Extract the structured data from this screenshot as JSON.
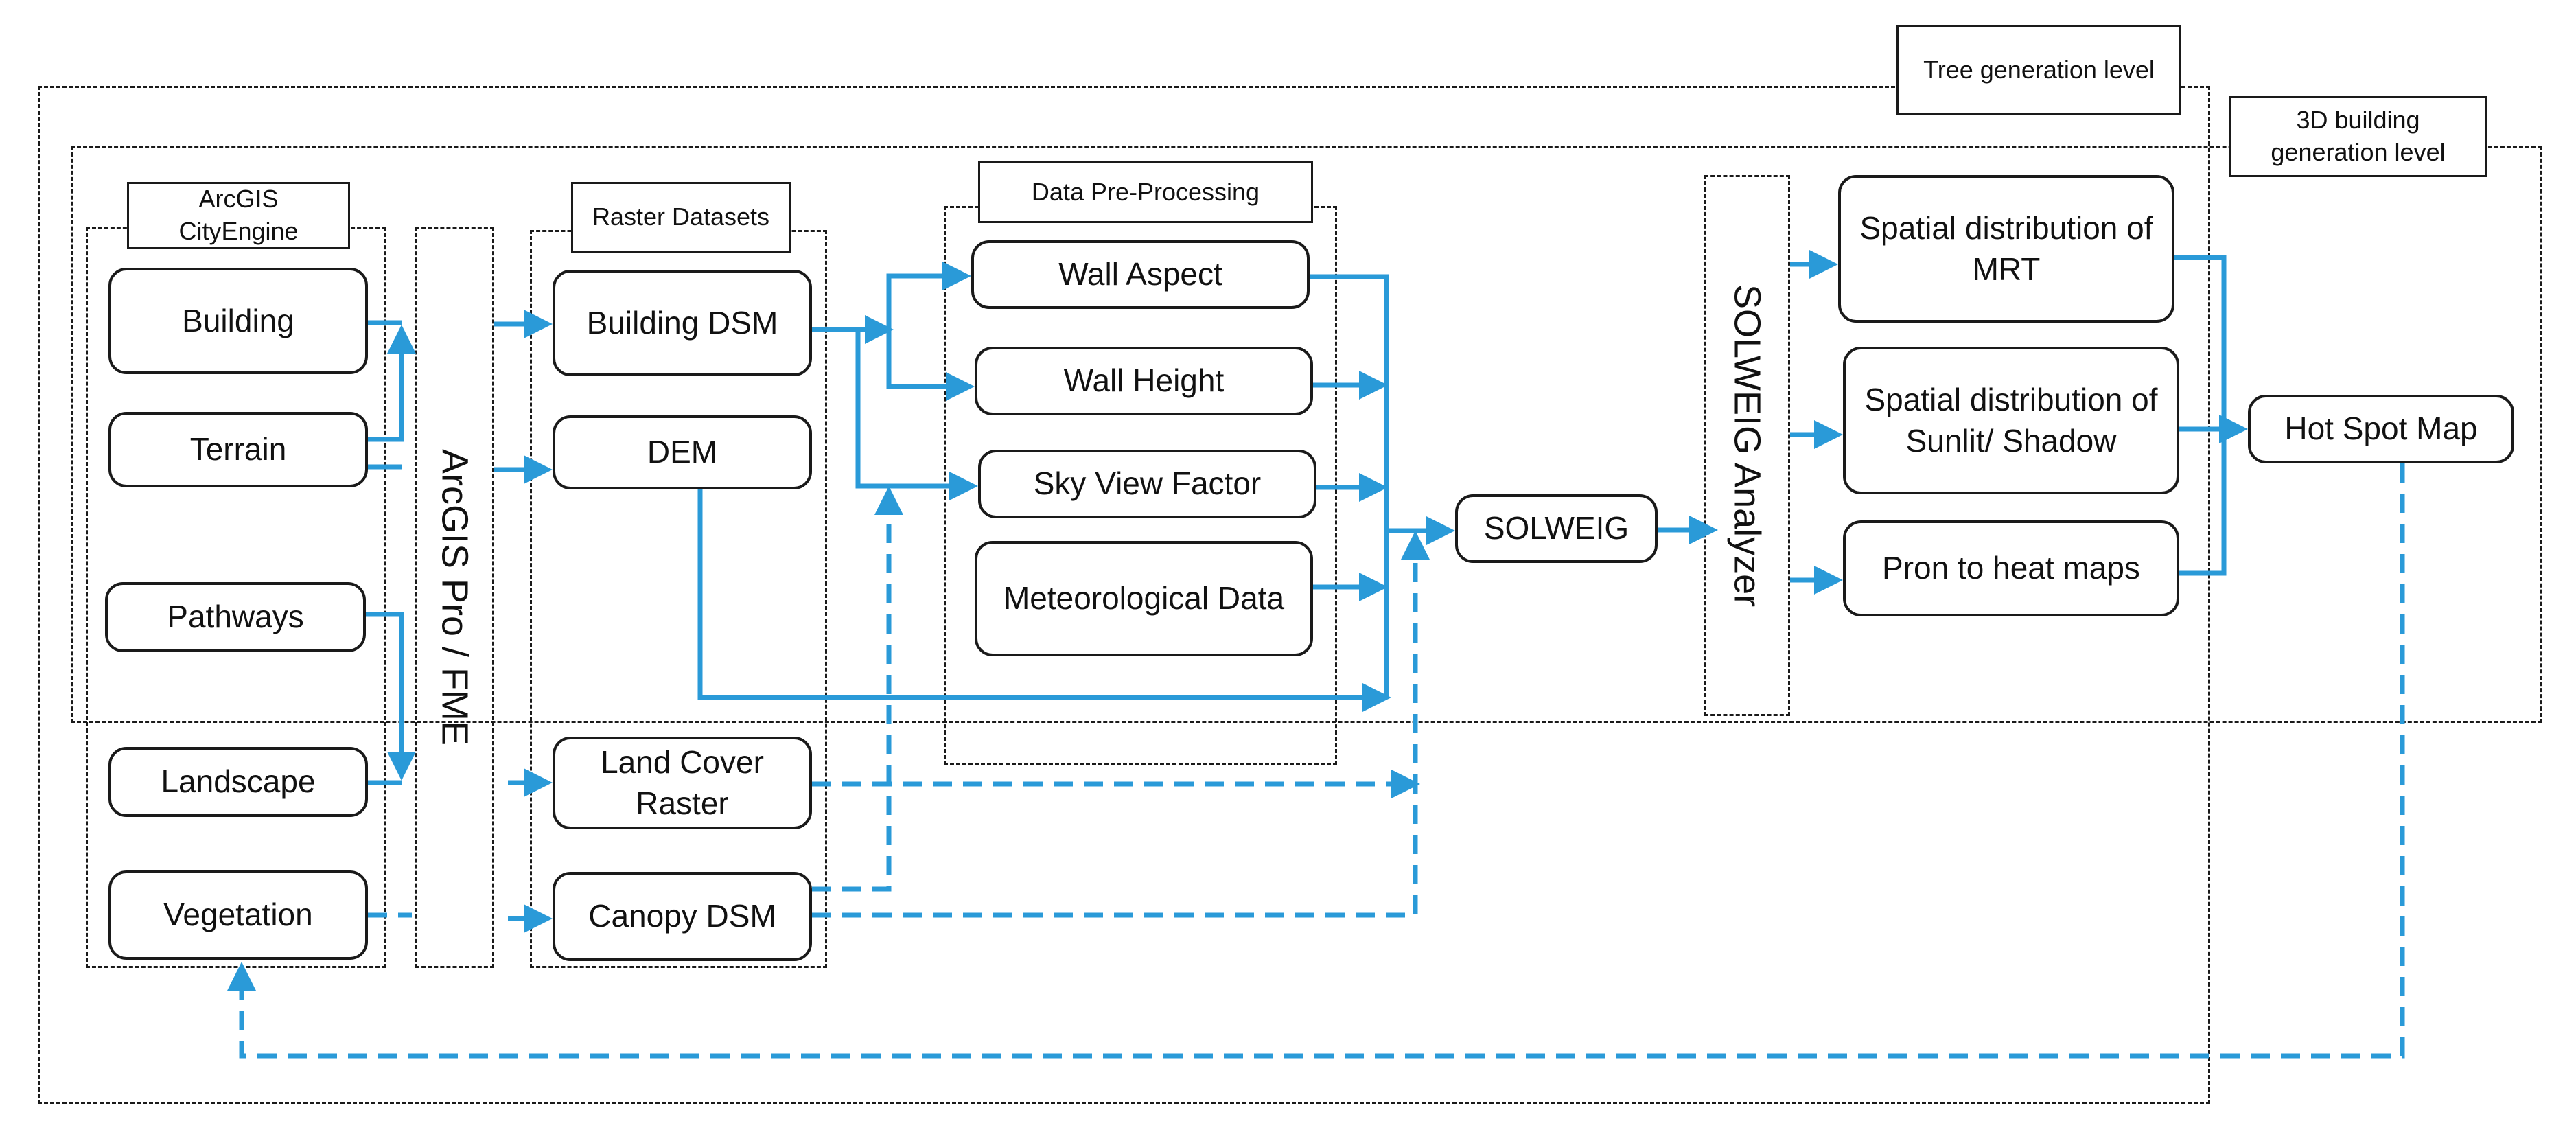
{
  "levels": {
    "tree": "Tree generation level",
    "building3d": "3D building generation level"
  },
  "groups": {
    "arcgis": "ArcGIS CityEngine",
    "raster": "Raster Datasets",
    "preprocessing": "Data Pre-Processing"
  },
  "inputs": {
    "building": "Building",
    "terrain": "Terrain",
    "pathways": "Pathways",
    "landscape": "Landscape",
    "vegetation": "Vegetation"
  },
  "tools": {
    "arcgis_pro": "ArcGIS Pro / FME",
    "solweig": "SOLWEIG",
    "solweig_analyzer": "SOLWEIG Analyzer"
  },
  "rasters": {
    "building_dsm": "Building DSM",
    "dem": "DEM",
    "land_cover": "Land Cover Raster",
    "canopy_dsm": "Canopy DSM"
  },
  "preprocessing": {
    "wall_aspect": "Wall Aspect",
    "wall_height": "Wall Height",
    "sky_view_factor": "Sky View Factor",
    "meteorological": "Meteorological Data"
  },
  "outputs": {
    "mrt": "Spatial distribution of MRT",
    "sunlit_shadow": "Spatial distribution of Sunlit/ Shadow",
    "heat_maps": "Pron to heat maps",
    "hot_spot": "Hot Spot Map"
  },
  "colors": {
    "arrow": "#2a9ad8",
    "outline": "#1a1a1a"
  }
}
